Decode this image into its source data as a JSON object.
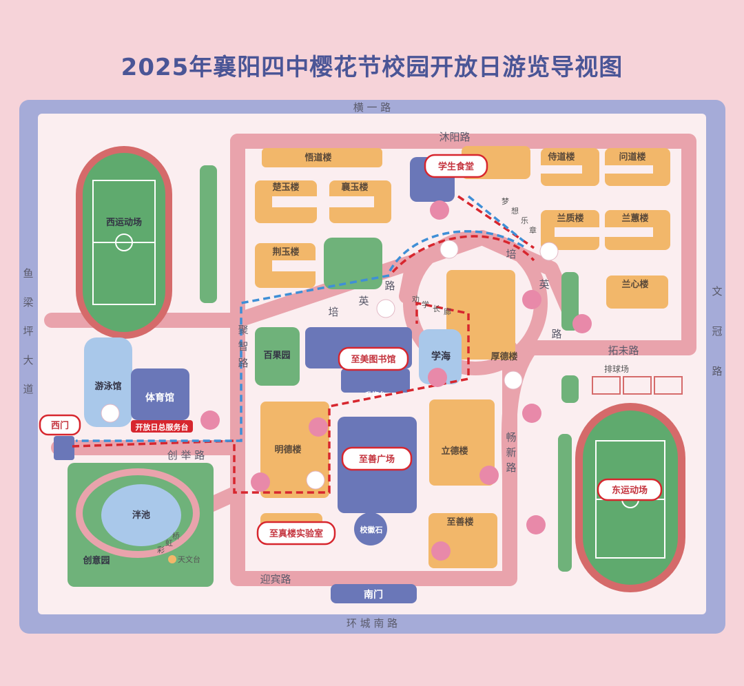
{
  "title": "2025年襄阳四中樱花节校园开放日游览导视图",
  "roads": {
    "north": "横  一  路",
    "south": "环  城  南  路",
    "west": [
      "鱼",
      "梁",
      "坪",
      "大",
      "道"
    ],
    "east": [
      "文",
      "冠",
      "路"
    ],
    "muyang": "沐阳路",
    "tuomo": "拓未路",
    "yingbin": "迎宾路",
    "chuangju": "创  举  路",
    "juzhi": [
      "聚",
      "智",
      "路"
    ],
    "changxin": [
      "畅",
      "新",
      "路"
    ],
    "peiying_left": [
      "培",
      "英",
      "路"
    ],
    "peiying_right": [
      "培",
      "英",
      "路"
    ],
    "mengxiang": [
      "梦",
      "想",
      "乐",
      "章"
    ],
    "xuechang": [
      "劝",
      "学",
      "长",
      "廊"
    ],
    "caihong": [
      "彩",
      "虹",
      "桥"
    ]
  },
  "buildings": {
    "wudao": "悟道楼",
    "chuyu": "楚玉楼",
    "xiangyu": "襄玉楼",
    "jingyu": "荆玉楼",
    "shidao": "侍道楼",
    "wendao": "问道楼",
    "lanzhi": "兰质楼",
    "lanhui": "兰蕙楼",
    "lanxin": "兰心楼",
    "houde": "厚德楼",
    "mingde": "明德楼",
    "lide": "立德楼",
    "zhishan": "至善楼"
  },
  "places": {
    "west_field": "西运动场",
    "east_field": "东运动场",
    "pool": "游泳馆",
    "gym": "体育馆",
    "baiguo": "百果园",
    "xuehai": "学海",
    "panchi": "泮池",
    "chuangyi": "创意园",
    "tianwen": "天文台",
    "xiaohui": "校徽石",
    "south_gate": "南门",
    "shengqi": "升旗台",
    "volleyball": "排球场",
    "service": "开放日总服务台"
  },
  "callouts": {
    "canteen": "学生食堂",
    "library": "至美图书馆",
    "square": "至善广场",
    "lab": "至真楼实验室",
    "west_gate": "西门"
  },
  "colors": {
    "building": "#f2b76a",
    "road": "#e9a3ac",
    "green": "#6fb27a",
    "water": "#a9c8ea",
    "dark_block": "#6a77b8",
    "route_red": "#d7262e",
    "route_blue": "#3f8fd6",
    "outer_road": "#a5abd8"
  }
}
